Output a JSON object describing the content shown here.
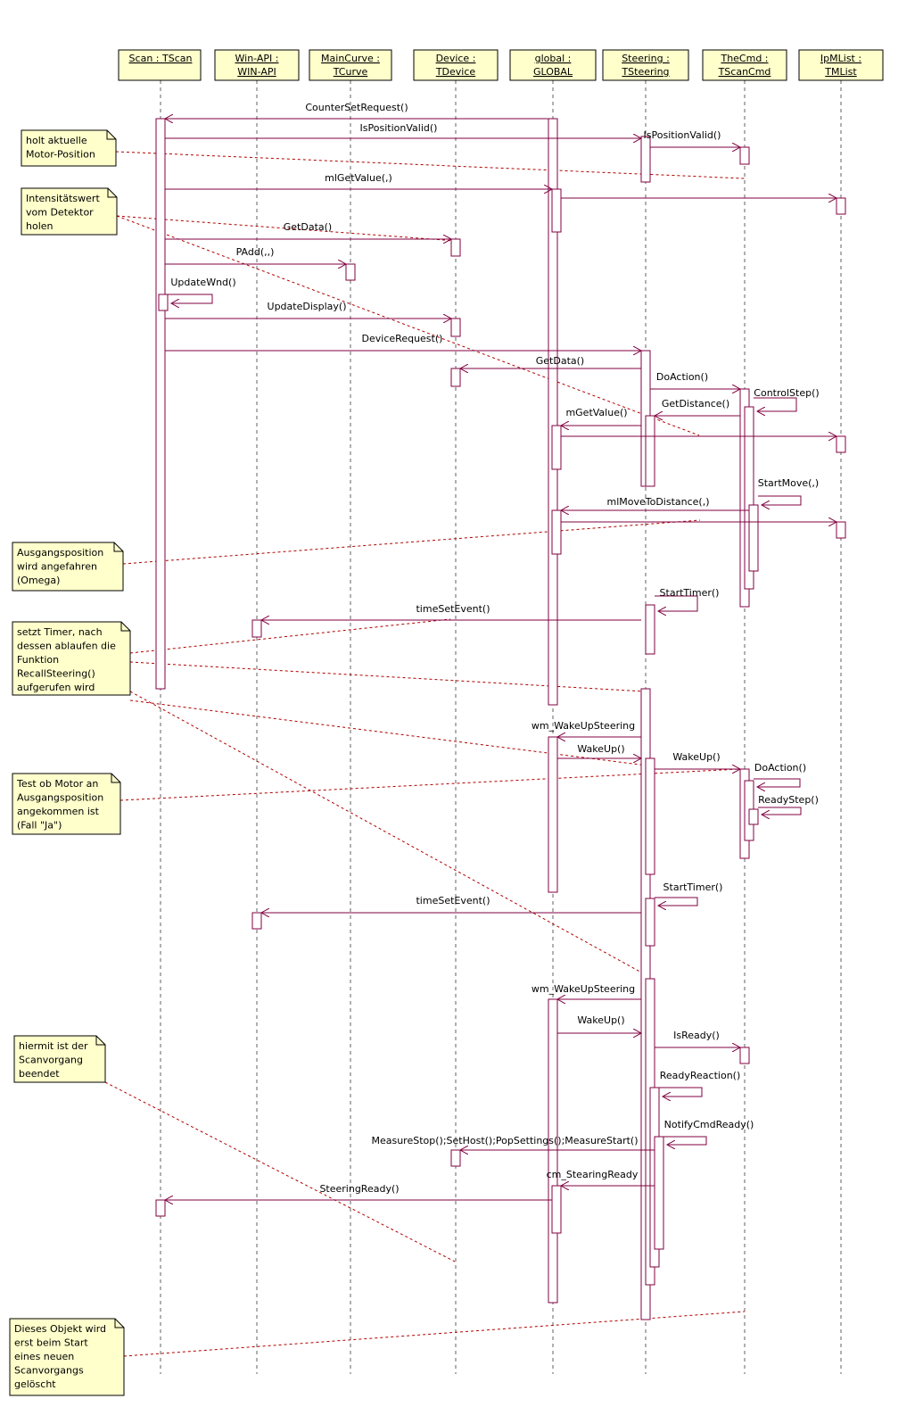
{
  "colors": {
    "message": "#800040",
    "lifeline": "#606060",
    "activation_fill": "#ffffff",
    "object_fill": "#ffffcc",
    "note_fill": "#ffffcc",
    "note_link": "#b00000"
  },
  "objects": [
    {
      "id": "scan",
      "line1": "Scan : TScan",
      "line2": ""
    },
    {
      "id": "winapi",
      "line1": "Win-API :",
      "line2": "WIN-API"
    },
    {
      "id": "maincurve",
      "line1": "MainCurve :",
      "line2": "TCurve"
    },
    {
      "id": "device",
      "line1": "Device :",
      "line2": "TDevice"
    },
    {
      "id": "global",
      "line1": "global :",
      "line2": "GLOBAL"
    },
    {
      "id": "steering",
      "line1": "Steering :",
      "line2": "TSteering"
    },
    {
      "id": "thecmd",
      "line1": "TheCmd :",
      "line2": "TScanCmd"
    },
    {
      "id": "ipmlist",
      "line1": "IpMList :",
      "line2": "TMList"
    }
  ],
  "messages": [
    {
      "id": "m1",
      "label": "CounterSetRequest()"
    },
    {
      "id": "m2",
      "label": "IsPositionValid()"
    },
    {
      "id": "m3",
      "label": "IsPositionValid()"
    },
    {
      "id": "m4",
      "label": "mlGetValue(,)"
    },
    {
      "id": "m5",
      "label": "GetData()"
    },
    {
      "id": "m6",
      "label": "PAdd(,,)"
    },
    {
      "id": "m7",
      "label": "UpdateWnd()"
    },
    {
      "id": "m8",
      "label": "UpdateDisplay()"
    },
    {
      "id": "m9",
      "label": "DeviceRequest()"
    },
    {
      "id": "m10",
      "label": "GetData()"
    },
    {
      "id": "m11",
      "label": "DoAction()"
    },
    {
      "id": "m12",
      "label": "ControlStep()"
    },
    {
      "id": "m13",
      "label": "GetDistance()"
    },
    {
      "id": "m14",
      "label": "mGetValue()"
    },
    {
      "id": "m15",
      "label": "StartMove(,)"
    },
    {
      "id": "m16",
      "label": "mlMoveToDistance(,)"
    },
    {
      "id": "m17",
      "label": "StartTimer()"
    },
    {
      "id": "m18",
      "label": "timeSetEvent()"
    },
    {
      "id": "m19",
      "label": "wm_WakeUpSteering"
    },
    {
      "id": "m20",
      "label": "WakeUp()"
    },
    {
      "id": "m21",
      "label": "WakeUp()"
    },
    {
      "id": "m22",
      "label": "DoAction()"
    },
    {
      "id": "m23",
      "label": "ReadyStep()"
    },
    {
      "id": "m24",
      "label": "StartTimer()"
    },
    {
      "id": "m25",
      "label": "timeSetEvent()"
    },
    {
      "id": "m26",
      "label": "wm_WakeUpSteering"
    },
    {
      "id": "m27",
      "label": "WakeUp()"
    },
    {
      "id": "m28",
      "label": "IsReady()"
    },
    {
      "id": "m29",
      "label": "ReadyReaction()"
    },
    {
      "id": "m30",
      "label": "NotifyCmdReady()"
    },
    {
      "id": "m31",
      "label": "MeasureStop();SetHost();PopSettings();MeasureStart()"
    },
    {
      "id": "m32",
      "label": "cm_StearingReady"
    },
    {
      "id": "m33",
      "label": "SteeringReady()"
    }
  ],
  "notes": [
    {
      "id": "n1",
      "lines": [
        "holt aktuelle",
        "Motor-Position"
      ]
    },
    {
      "id": "n2",
      "lines": [
        "Intensitätswert",
        "vom Detektor",
        "holen"
      ]
    },
    {
      "id": "n3",
      "lines": [
        "Ausgangsposition",
        "wird angefahren",
        "(Omega)"
      ]
    },
    {
      "id": "n4",
      "lines": [
        "setzt Timer, nach",
        "dessen ablaufen die",
        "Funktion",
        "RecallSteering()",
        "aufgerufen wird"
      ]
    },
    {
      "id": "n5",
      "lines": [
        "Test ob Motor an",
        "Ausgangsposition",
        "angekommen ist",
        "(Fall \"Ja\")"
      ]
    },
    {
      "id": "n6",
      "lines": [
        "hiermit ist der",
        "Scanvorgang",
        "beendet"
      ]
    },
    {
      "id": "n7",
      "lines": [
        "Dieses Objekt wird",
        "erst beim Start",
        "eines neuen",
        "Scanvorgangs",
        "gelöscht"
      ]
    }
  ]
}
